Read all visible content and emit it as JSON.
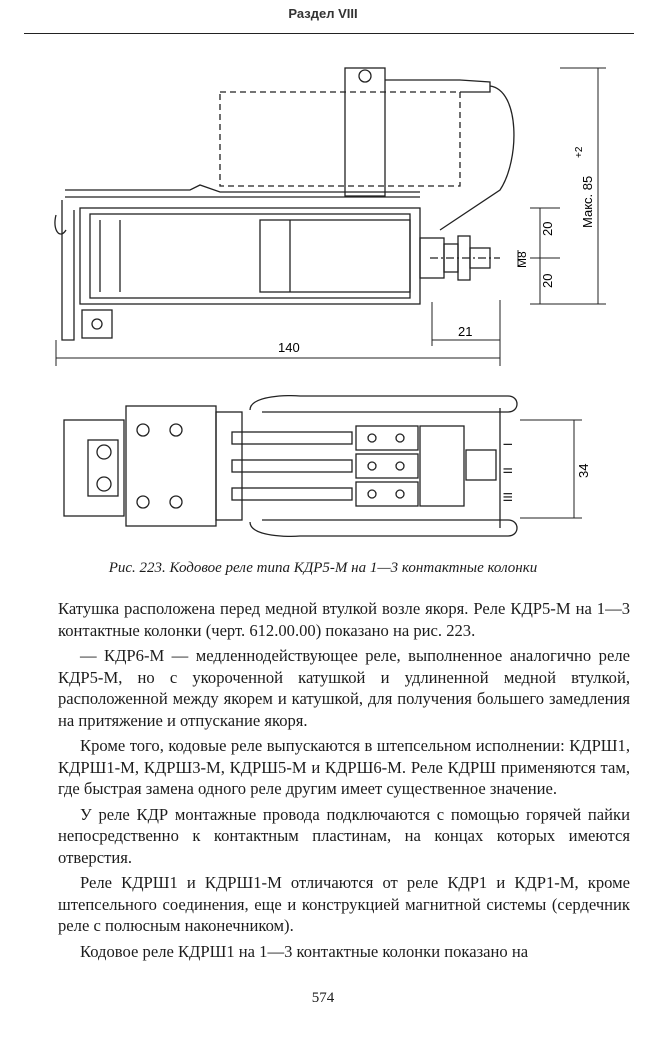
{
  "header": {
    "section": "Раздел VIII"
  },
  "figure": {
    "dims": {
      "d140": "140",
      "d21": "21",
      "d20a": "20",
      "d20b": "20",
      "m8": "M8",
      "max": "Макс. 85",
      "max_sup": "+2",
      "d34": "34"
    },
    "column_marks": {
      "i": "I",
      "ii": "II",
      "iii": "III"
    },
    "caption": "Рис. 223. Кодовое реле типа КДР5-М на 1—3 контактные колонки"
  },
  "body": {
    "p1": "Катушка расположена перед медной втулкой возле якоря. Реле КДР5-М на 1—3 контактные колонки (черт. 612.00.00) показано на рис. 223.",
    "p2": "— КДР6-М — медленнодействующее реле, выполненное аналогично реле КДР5-М, но с укороченной катушкой и удлиненной медной втулкой, расположенной между якорем и катушкой, для получения большего замедления на притяжение и отпускание якоря.",
    "p3": "Кроме того, кодовые реле выпускаются в штепсельном исполнении: КДРШ1, КДРШ1-М, КДРШ3-М, КДРШ5-М и КДРШ6-М. Реле КДРШ применяются там, где быстрая замена одного реле другим имеет существенное значение.",
    "p4": "У реле КДР монтажные провода подключаются с помощью горячей пайки непосредственно к контактным пластинам, на концах которых имеются отверстия.",
    "p5": "Реле КДРШ1 и КДРШ1-М отличаются от реле КДР1 и КДР1-М, кроме штепсельного соединения, еще и конструкцией магнитной системы (сердечник реле с полюсным наконечником).",
    "p6": "Кодовое реле КДРШ1 на 1—3 контактные колонки показано на"
  },
  "footer": {
    "page_number": "574"
  }
}
